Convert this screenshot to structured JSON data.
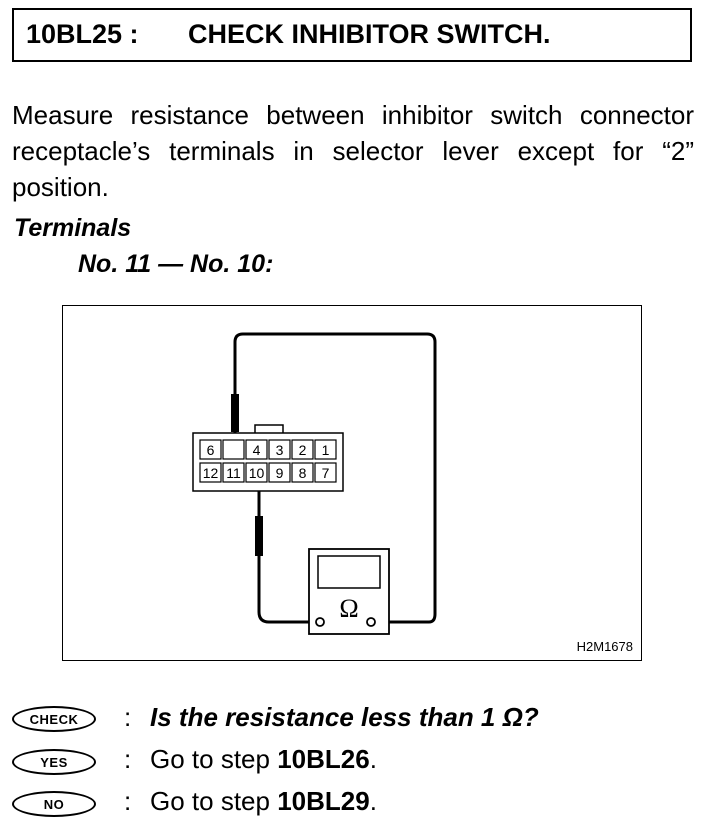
{
  "header": {
    "step_id": "10BL25 :",
    "title": "CHECK INHIBITOR SWITCH."
  },
  "instruction": "Measure resistance between inhibitor switch connector receptacle’s terminals in selector lever except for “2” position.",
  "terminals": {
    "heading": "Terminals",
    "value": "No. 11 — No. 10:"
  },
  "figure": {
    "code": "H2M1678",
    "connector_top_row": [
      "6",
      "",
      "4",
      "3",
      "2",
      "1"
    ],
    "connector_bottom_row": [
      "12",
      "11",
      "10",
      "9",
      "8",
      "7"
    ],
    "meter_symbol": "Ω"
  },
  "check": {
    "badge": "CHECK",
    "colon": ":",
    "question": "Is the resistance less than 1 Ω?"
  },
  "yes": {
    "badge": "YES",
    "colon": ":",
    "text": "Go to step ",
    "step": "10BL26",
    "period": "."
  },
  "no": {
    "badge": "NO",
    "colon": ":",
    "text": "Go to step ",
    "step": "10BL29",
    "period": "."
  }
}
